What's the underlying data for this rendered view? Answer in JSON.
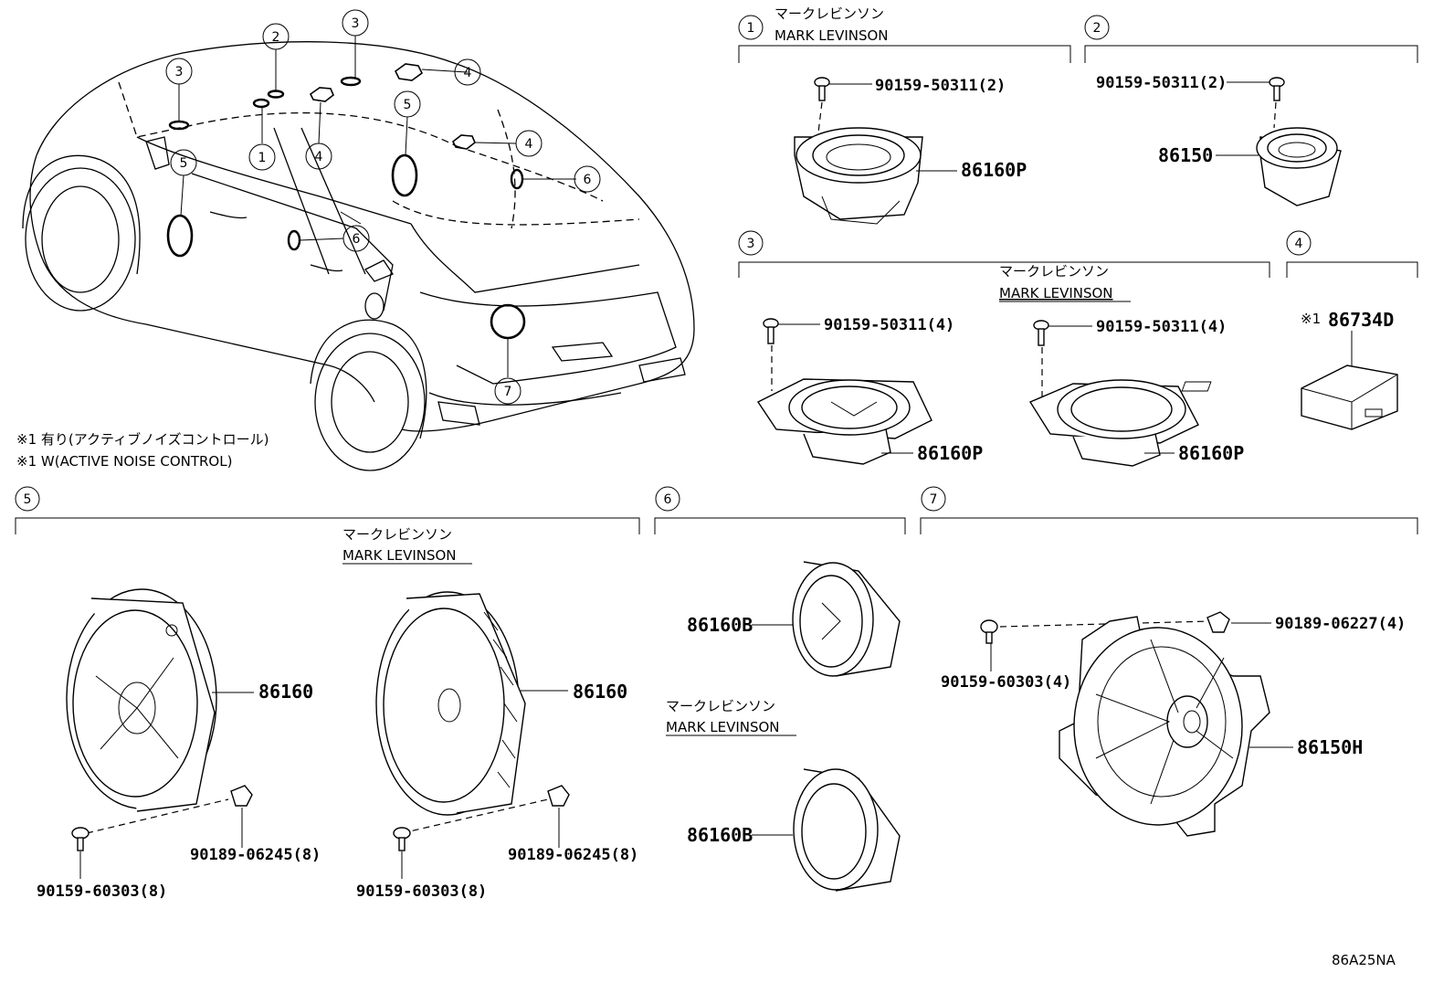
{
  "diagram_code": "86A25NA",
  "notes": {
    "note_jp": "※1 有り(アクティブノイズコントロール)",
    "note_en": "※1 W(ACTIVE NOISE CONTROL)"
  },
  "callout_numbers": [
    "1",
    "2",
    "3",
    "4",
    "5",
    "6",
    "7"
  ],
  "brand": {
    "jp": "マークレビンソン",
    "en": "MARK LEVINSON"
  },
  "groups": {
    "g1": {
      "number": "1",
      "brand_jp": "マークレビンソン",
      "brand_en": "MARK LEVINSON",
      "screw": "90159-50311(2)",
      "part": "86160P"
    },
    "g2": {
      "number": "2",
      "screw": "90159-50311(2)",
      "part": "86150"
    },
    "g3": {
      "number": "3",
      "brand_jp": "マークレビンソン",
      "brand_en": "MARK LEVINSON",
      "left_screw": "90159-50311(4)",
      "left_part": "86160P",
      "right_screw": "90159-50311(4)",
      "right_part": "86160P"
    },
    "g4": {
      "number": "4",
      "mark": "※1",
      "part": "86734D"
    },
    "g5": {
      "number": "5",
      "brand_jp": "マークレビンソン",
      "brand_en": "MARK LEVINSON",
      "left_part": "86160",
      "left_clip": "90189-06245(8)",
      "left_screw": "90159-60303(8)",
      "right_part": "86160",
      "right_clip": "90189-06245(8)",
      "right_screw": "90159-60303(8)"
    },
    "g6": {
      "number": "6",
      "brand_jp": "マークレビンソン",
      "brand_en": "MARK LEVINSON",
      "top_part": "86160B",
      "bottom_part": "86160B"
    },
    "g7": {
      "number": "7",
      "clip": "90189-06227(4)",
      "screw": "90159-60303(4)",
      "part": "86150H"
    }
  }
}
